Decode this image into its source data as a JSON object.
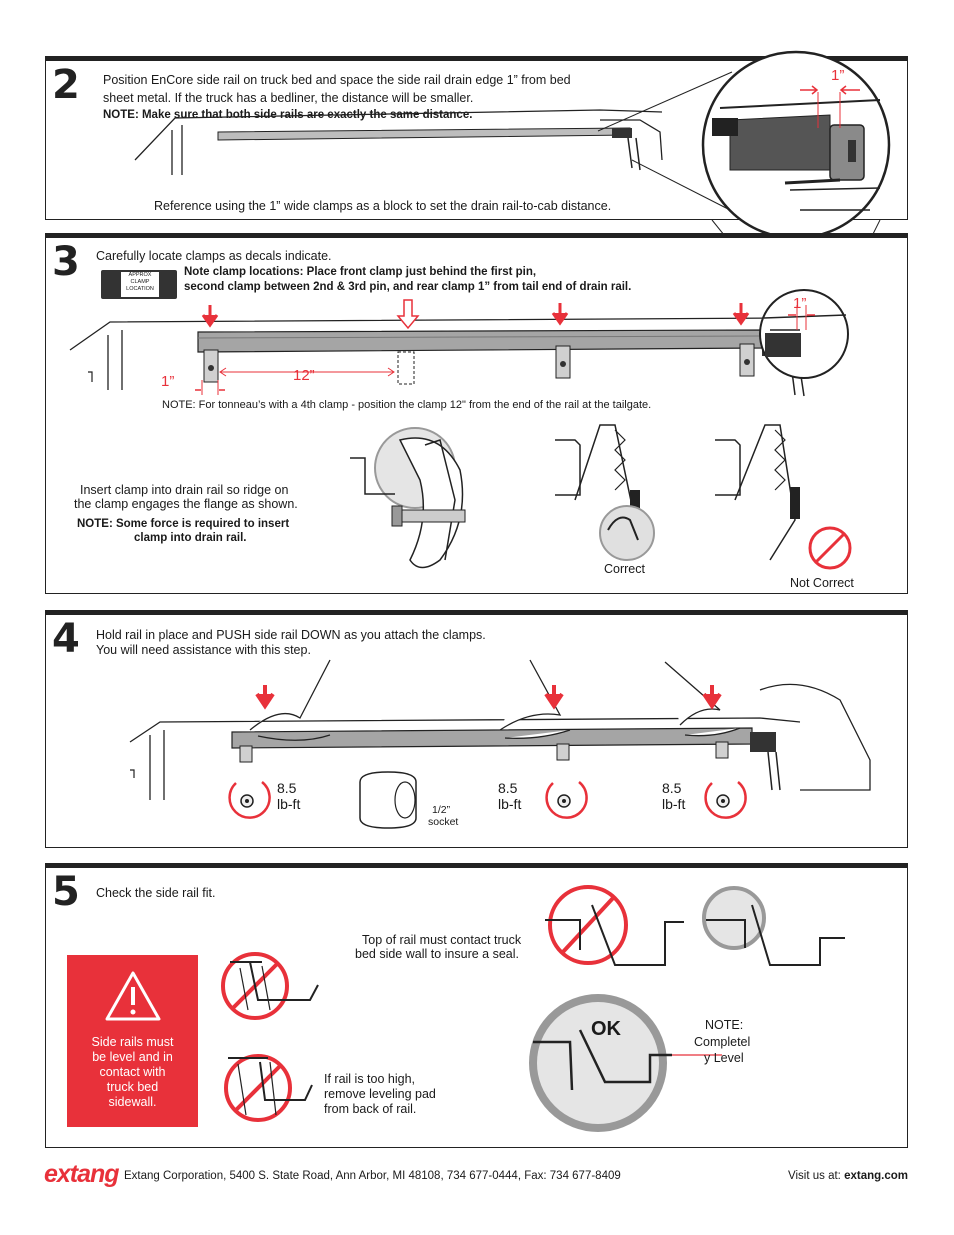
{
  "step2": {
    "number": "2",
    "line1": "Position EnCore side rail on truck bed and space the side rail drain edge 1” from bed",
    "line2": "sheet metal. If the truck has a bedliner, the distance will be smaller.",
    "note": "NOTE: Make sure that both side rails are exactly the same distance.",
    "reference": "Reference using the 1” wide clamps as a block to set the drain rail-to-cab distance.",
    "dim_label": "1”"
  },
  "step3": {
    "number": "3",
    "intro": "Carefully locate clamps as decals indicate.",
    "decal_text": "APPROX CLAMP LOCATION",
    "note_line1": "Note clamp locations: Place front clamp just behind the first pin,",
    "note_line2": "second clamp between 2nd & 3rd pin, and rear clamp 1” from tail end of drain rail.",
    "dim_1": "1”",
    "dim_12": "12”",
    "dim_1_detail": "1”",
    "fourth_clamp_note": "NOTE: For tonneau’s with a 4th clamp - position the clamp 12\" from the end of the rail at the tailgate.",
    "insert_line1": "Insert clamp into drain rail so ridge on",
    "insert_line2": "the clamp engages the flange as shown.",
    "force_note_line1": "NOTE: Some force is required to insert",
    "force_note_line2": "clamp into drain rail.",
    "correct_label": "Correct",
    "not_correct_label": "Not Correct"
  },
  "step4": {
    "number": "4",
    "line1": "Hold rail in place and PUSH side rail DOWN as you attach the clamps.",
    "line2": "You will need assistance with this step.",
    "torque_value": "8.5",
    "torque_unit": "lb-ft",
    "socket_size": "1/2”",
    "socket_label": "socket"
  },
  "step5": {
    "number": "5",
    "intro": "Check the side rail fit.",
    "top_contact_line1": "Top of rail must contact truck",
    "top_contact_line2": "bed side wall to insure a seal.",
    "too_high_line1": "If rail is too high,",
    "too_high_line2": "remove leveling pad",
    "too_high_line3": "from back of rail.",
    "ok_label": "OK",
    "level_note_line1": "NOTE:",
    "level_note_line2": "Completel",
    "level_note_line3": "y Level",
    "warning_line1": "Side rails must",
    "warning_line2": "be level and in",
    "warning_line3": "contact with",
    "warning_line4": "truck bed",
    "warning_line5": "sidewall."
  },
  "footer": {
    "brand": "extang",
    "address": "Extang Corporation, 5400 S. State Road, Ann Arbor, MI 48108, 734 677-0444, Fax: 734 677-8409",
    "visit_prefix": "Visit us at:",
    "website": "extang.com"
  },
  "colors": {
    "accent_red": "#e8313a",
    "ink": "#1a1a1a",
    "rail_gray": "#9a9a9a"
  }
}
